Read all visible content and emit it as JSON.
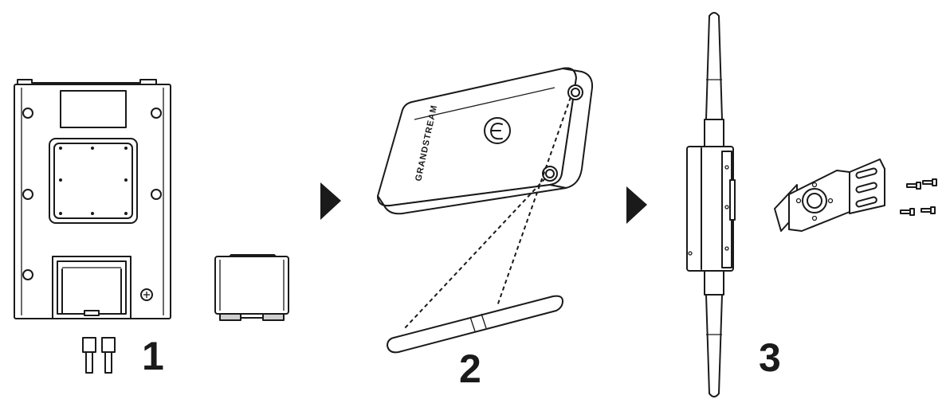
{
  "steps": [
    {
      "number": "1"
    },
    {
      "number": "2"
    },
    {
      "number": "3"
    }
  ],
  "device": {
    "brand_label": "GRANDSTREAM"
  },
  "colors": {
    "stroke": "#1a1a1a",
    "fill_light": "#ffffff",
    "fill_gray": "#cfcfcf",
    "fill_dark": "#222222"
  }
}
